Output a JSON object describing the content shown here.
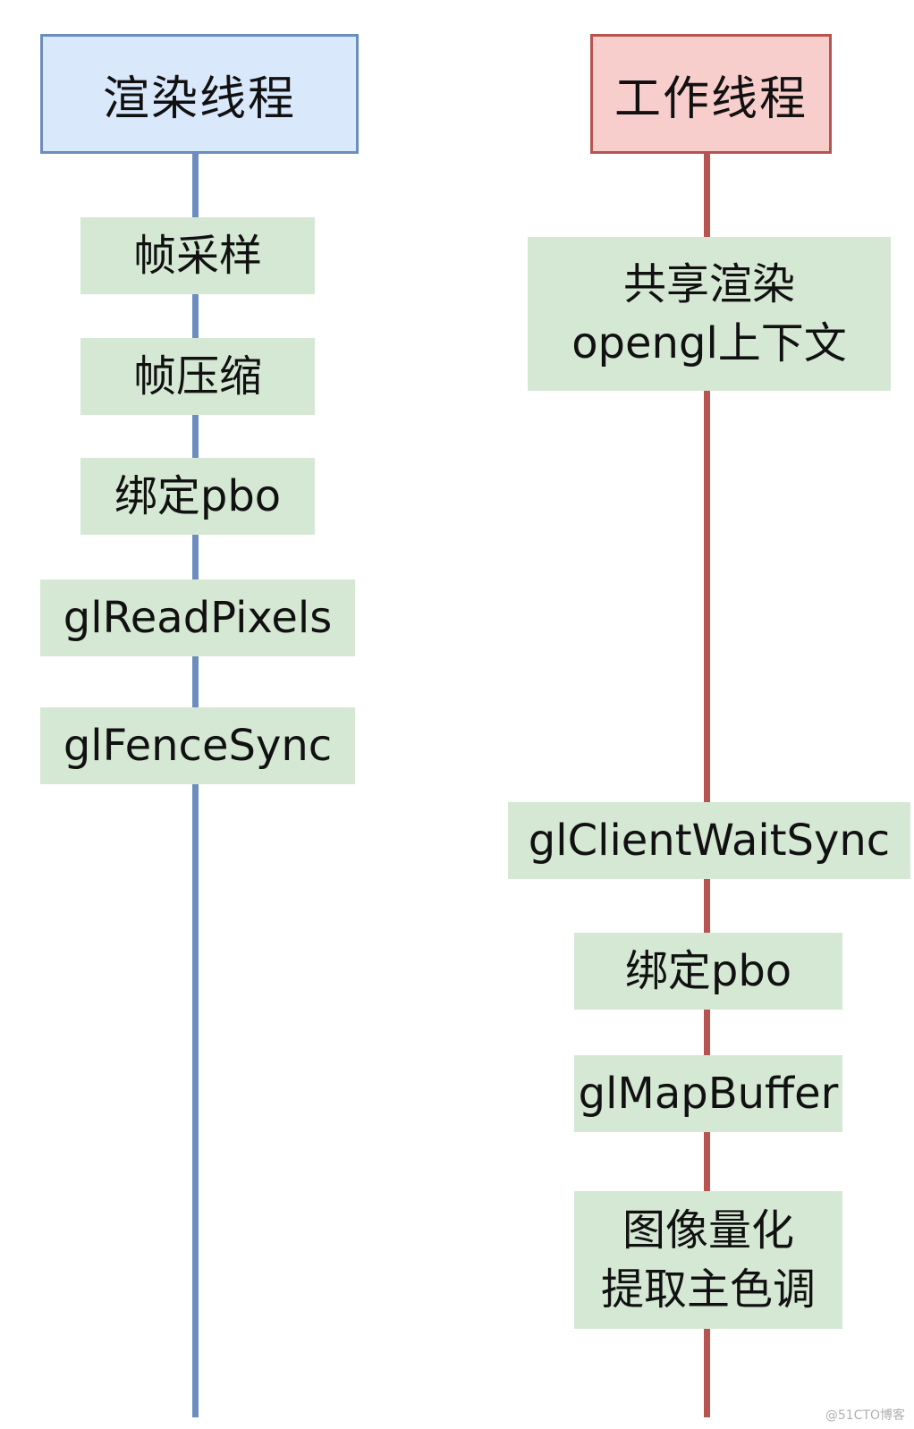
{
  "render_thread": {
    "title": "渲染线程",
    "color": "#6c8ebf",
    "fill": "#dae8fc",
    "steps": [
      "帧采样",
      "帧压缩",
      "绑定pbo",
      "glReadPixels",
      "glFenceSync"
    ]
  },
  "work_thread": {
    "title": "工作线程",
    "color": "#b85450",
    "fill": "#f8cecc",
    "steps": [
      "共享渲染\nopengl上下文",
      "glClientWaitSync",
      "绑定pbo",
      "glMapBuffer",
      "图像量化\n提取主色调"
    ]
  },
  "step_fill": "#d5e8d4",
  "watermark": "@51CTO博客"
}
